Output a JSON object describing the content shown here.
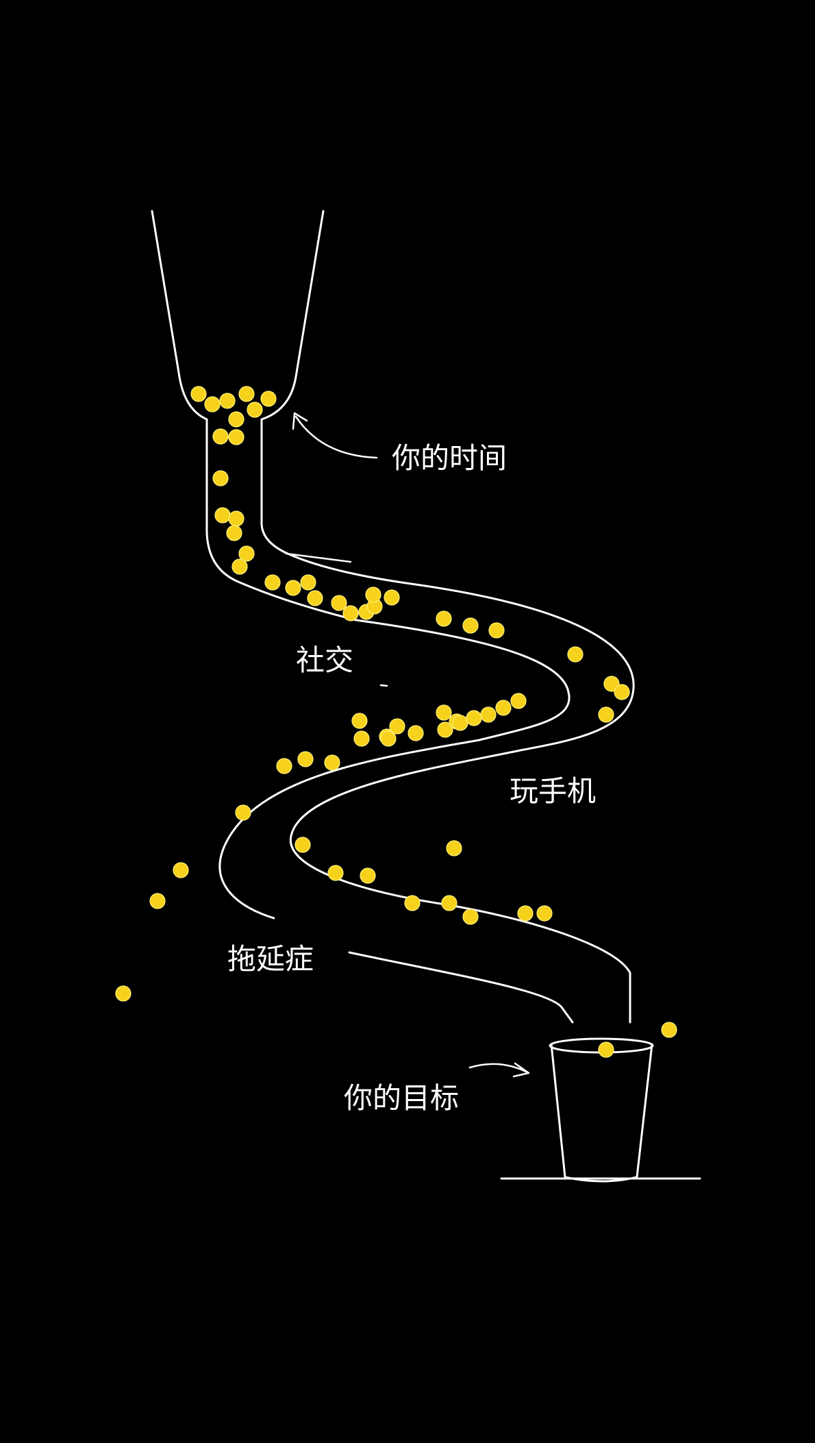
{
  "labels": {
    "time": "你的时间",
    "social": "社交",
    "phone": "玩手机",
    "procrastination": "拖延症",
    "goal": "你的目标"
  },
  "colors": {
    "background": "#000000",
    "line": "#ffffff",
    "ball": "#f7d21c"
  }
}
